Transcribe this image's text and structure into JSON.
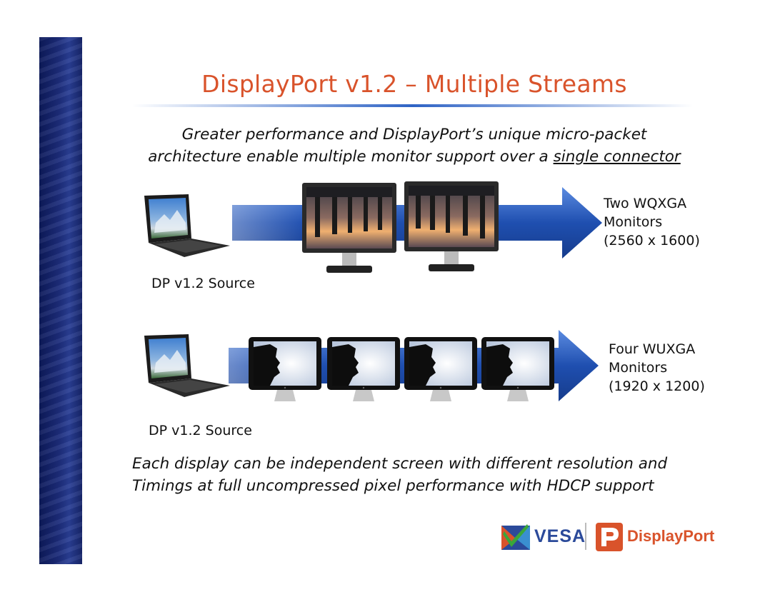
{
  "slide": {
    "title": "DisplayPort v1.2 – Multiple Streams",
    "subtitle_line1": "Greater performance and DisplayPort’s unique micro-packet",
    "subtitle_line2_prefix": "architecture enable multiple monitor support over a ",
    "subtitle_line2_underlined": "single connector",
    "bottom_line1": "Each display can be independent screen with different resolution and",
    "bottom_line2": "Timings at full uncompressed pixel performance with HDCP support"
  },
  "row1": {
    "source_label": "DP v1.2 Source",
    "monitors_line1": "Two WQXGA",
    "monitors_line2": "Monitors",
    "monitors_line3": "(2560 x 1600)"
  },
  "row2": {
    "source_label": "DP v1.2 Source",
    "monitors_line1": "Four WUXGA",
    "monitors_line2": "Monitors",
    "monitors_line3": "(1920 x 1200)"
  },
  "logos": {
    "vesa": "VESA",
    "displayport": "DisplayPort"
  },
  "colors": {
    "title": "#d9532b",
    "arrow": "#2555b8",
    "sidebar": "#1c2c7a"
  }
}
